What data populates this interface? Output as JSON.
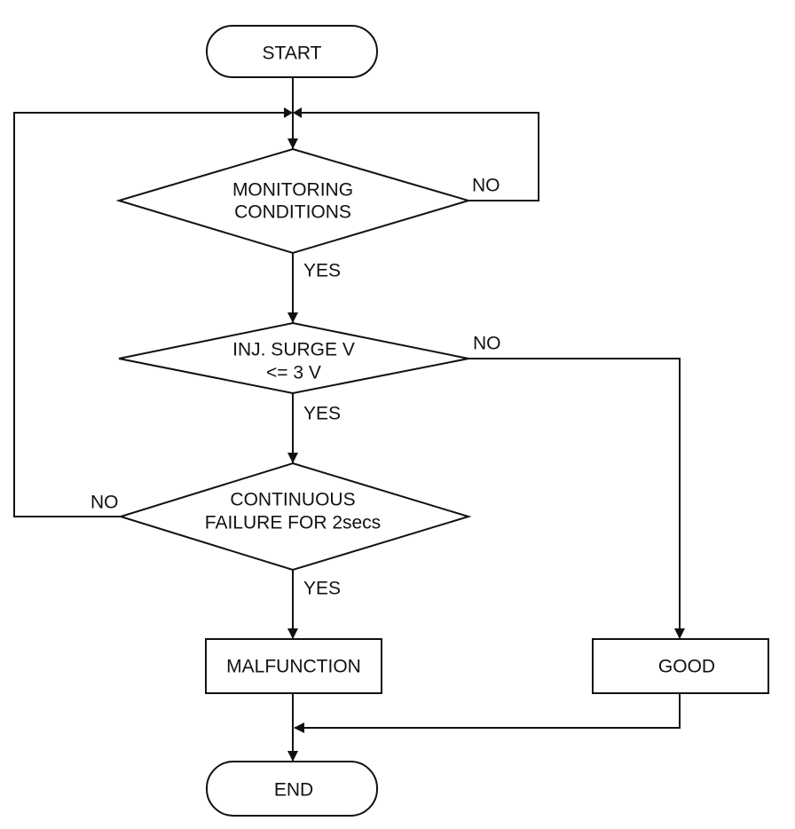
{
  "nodes": {
    "start": "START",
    "monitoring_line1": "MONITORING",
    "monitoring_line2": "CONDITIONS",
    "surge_line1": "INJ. SURGE V",
    "surge_line2": "<= 3 V",
    "continuous_line1": "CONTINUOUS",
    "continuous_line2": "FAILURE FOR 2secs",
    "malfunction": "MALFUNCTION",
    "good": "GOOD",
    "end": "END"
  },
  "edges": {
    "monitoring_no": "NO",
    "monitoring_yes": "YES",
    "surge_no": "NO",
    "surge_yes": "YES",
    "continuous_no": "NO",
    "continuous_yes": "YES"
  },
  "colors": {
    "stroke": "#111111",
    "background": "#ffffff"
  }
}
